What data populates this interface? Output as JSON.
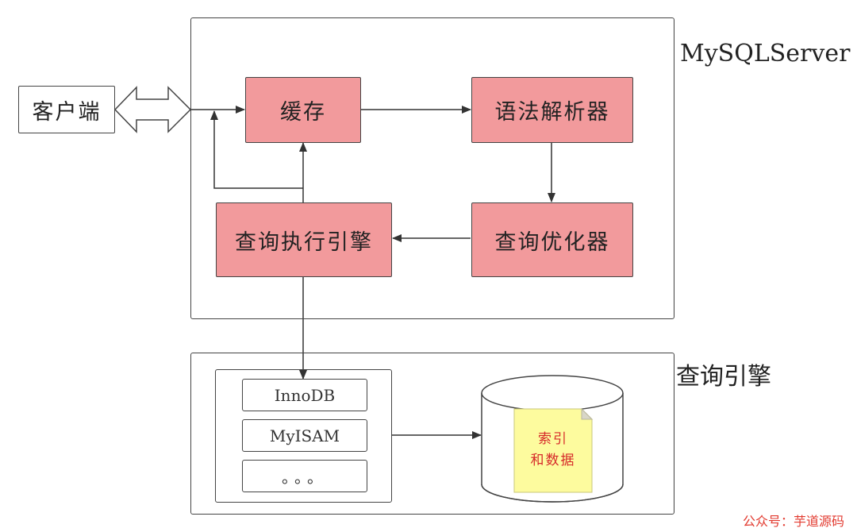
{
  "server": {
    "label": "MySQLServer"
  },
  "client": {
    "label": "客户端"
  },
  "components": {
    "cache": "缓存",
    "parser": "语法解析器",
    "optimizer": "查询优化器",
    "executor": "查询执行引擎"
  },
  "storage": {
    "label": "查询引擎",
    "engines": [
      "InnoDB",
      "MyISAM",
      "。。。"
    ],
    "note_line1": "索引",
    "note_line2": "和数据"
  },
  "watermark": "公众号：芋道源码",
  "colors": {
    "component_fill": "#f29a9c",
    "note_fill": "#fdfb9e",
    "note_text": "#d62a2a",
    "watermark": "#e23a2f"
  }
}
